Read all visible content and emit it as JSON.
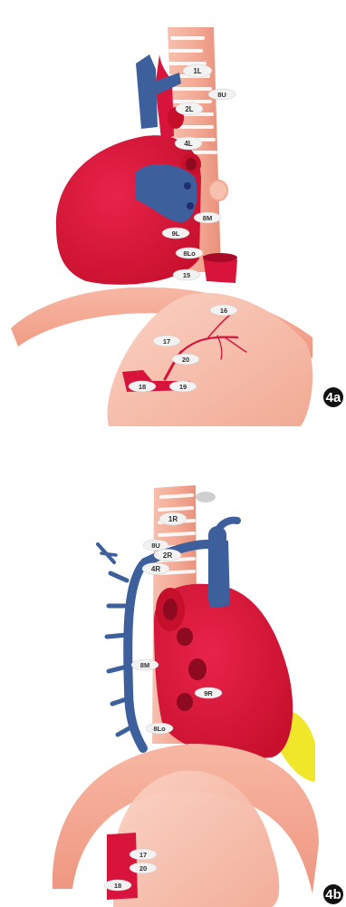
{
  "panels": [
    {
      "label": "4a",
      "nodes": [
        "1L",
        "8U",
        "2L",
        "4L",
        "8M",
        "9L",
        "8Lo",
        "15",
        "16",
        "17",
        "20",
        "18",
        "19"
      ]
    },
    {
      "label": "4b",
      "nodes": [
        "1R",
        "8U",
        "2R",
        "4R",
        "8M",
        "9R",
        "8Lo",
        "17",
        "20",
        "18"
      ]
    }
  ],
  "colors": {
    "heart": "#d8143c",
    "heart_dark": "#a80a28",
    "vein": "#3d5f9c",
    "esophagus": "#f4b3a0",
    "diaphragm": "#f6a690",
    "label_fill": "#f2f2f2",
    "fat_pad": "#f0e62a",
    "panel_badge": "#111111"
  }
}
